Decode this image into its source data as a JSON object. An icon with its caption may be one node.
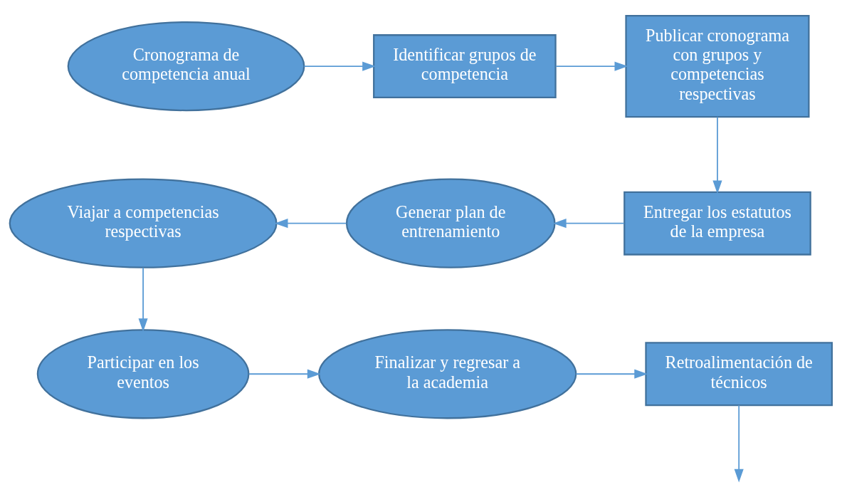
{
  "diagram": {
    "nodes": [
      {
        "text": [
          "Cronograma de competencia anual"
        ]
      },
      {
        "text": [
          "Identificar grupos de competencia"
        ]
      },
      {
        "text": [
          "Publicar cronograma con grupos y competencias respectivas"
        ]
      },
      {
        "text": [
          "Entregar los estatutos de la empresa"
        ]
      },
      {
        "text": [
          "Generar plan de entrenamiento"
        ]
      },
      {
        "text": [
          "Viajar a competencias respectivas"
        ]
      },
      {
        "text": [
          "Participar en los eventos"
        ]
      },
      {
        "text": [
          "Finalizar y regresar a la academia"
        ]
      },
      {
        "text": [
          "Retroalimentación de técnicos"
        ]
      }
    ],
    "edges": [
      {
        "from": 0,
        "to": 1,
        "arrow": "to"
      },
      {
        "from": 1,
        "to": 2,
        "arrow": "to"
      },
      {
        "from": 2,
        "to": 3,
        "arrow": "to"
      },
      {
        "from": 3,
        "to": 4,
        "arrow": "to"
      },
      {
        "from": 4,
        "to": 5,
        "arrow": "to"
      },
      {
        "from": 5,
        "to": 6,
        "arrow": "to"
      },
      {
        "from": 6,
        "to": 7,
        "arrow": "to"
      },
      {
        "from": 7,
        "to": 8,
        "arrow": "to"
      },
      {
        "from": 8,
        "to": null,
        "arrow": "to"
      }
    ]
  }
}
